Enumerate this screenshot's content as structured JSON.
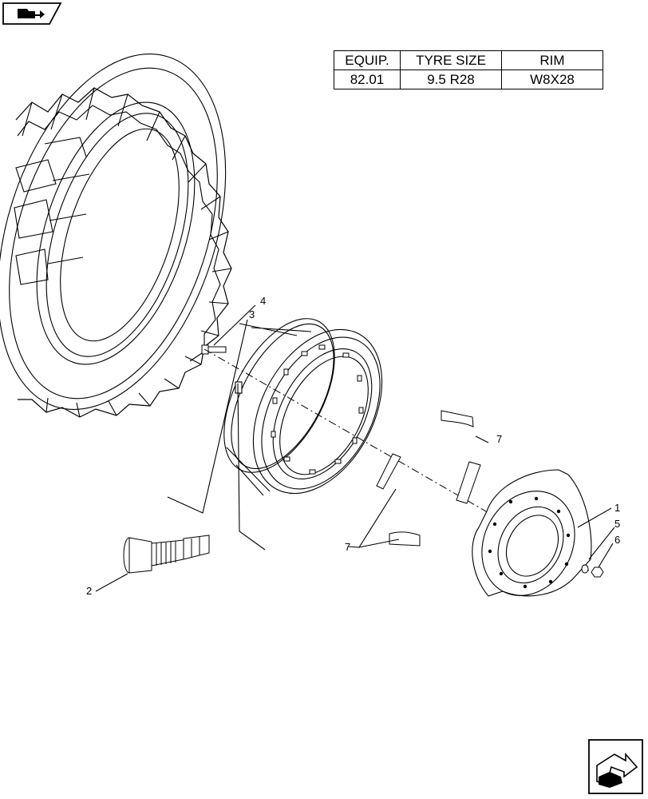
{
  "table": {
    "headers": [
      "EQUIP.",
      "TYRE SIZE",
      "RIM"
    ],
    "row": [
      "82.01",
      "9.5 R28",
      "W8X28"
    ]
  },
  "callouts": {
    "c1": "1",
    "c2": "2",
    "c3": "3",
    "c4": "4",
    "c5": "5",
    "c6": "6",
    "c7a": "7",
    "c7b": "7"
  },
  "icons": {
    "top_left": "book-arrow-icon",
    "bottom_right": "next-page-arrow-icon"
  }
}
